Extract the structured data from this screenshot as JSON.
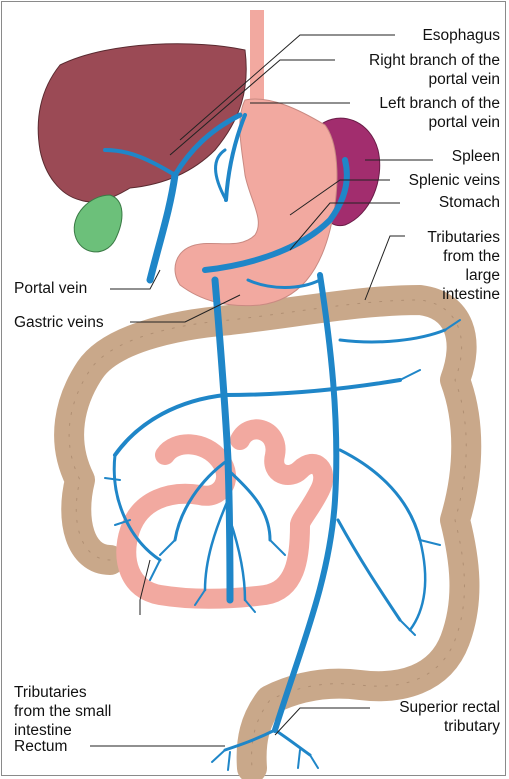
{
  "labels": {
    "esophagus": "Esophagus",
    "right_branch": "Right branch of the\nportal vein",
    "left_branch": "Left branch of the\nportal vein",
    "spleen": "Spleen",
    "splenic_veins": "Splenic veins",
    "stomach": "Stomach",
    "tributaries_large": "Tributaries\nfrom the\nlarge\nintestine",
    "portal_vein": "Portal vein",
    "gastric_veins": "Gastric veins",
    "tributaries_small": "Tributaries\nfrom the small\nintestine",
    "superior_rectal": "Superior rectal\ntributary",
    "rectum": "Rectum"
  },
  "colors": {
    "liver": "#9b4a55",
    "gallbladder": "#6cc07a",
    "spleen": "#a22d6e",
    "stomach": "#f2a9a0",
    "esophagus": "#f2a9a0",
    "small_intestine": "#f2a9a0",
    "large_intestine": "#c9a88a",
    "veins": "#1f86c8",
    "leader_lines": "#222222"
  }
}
